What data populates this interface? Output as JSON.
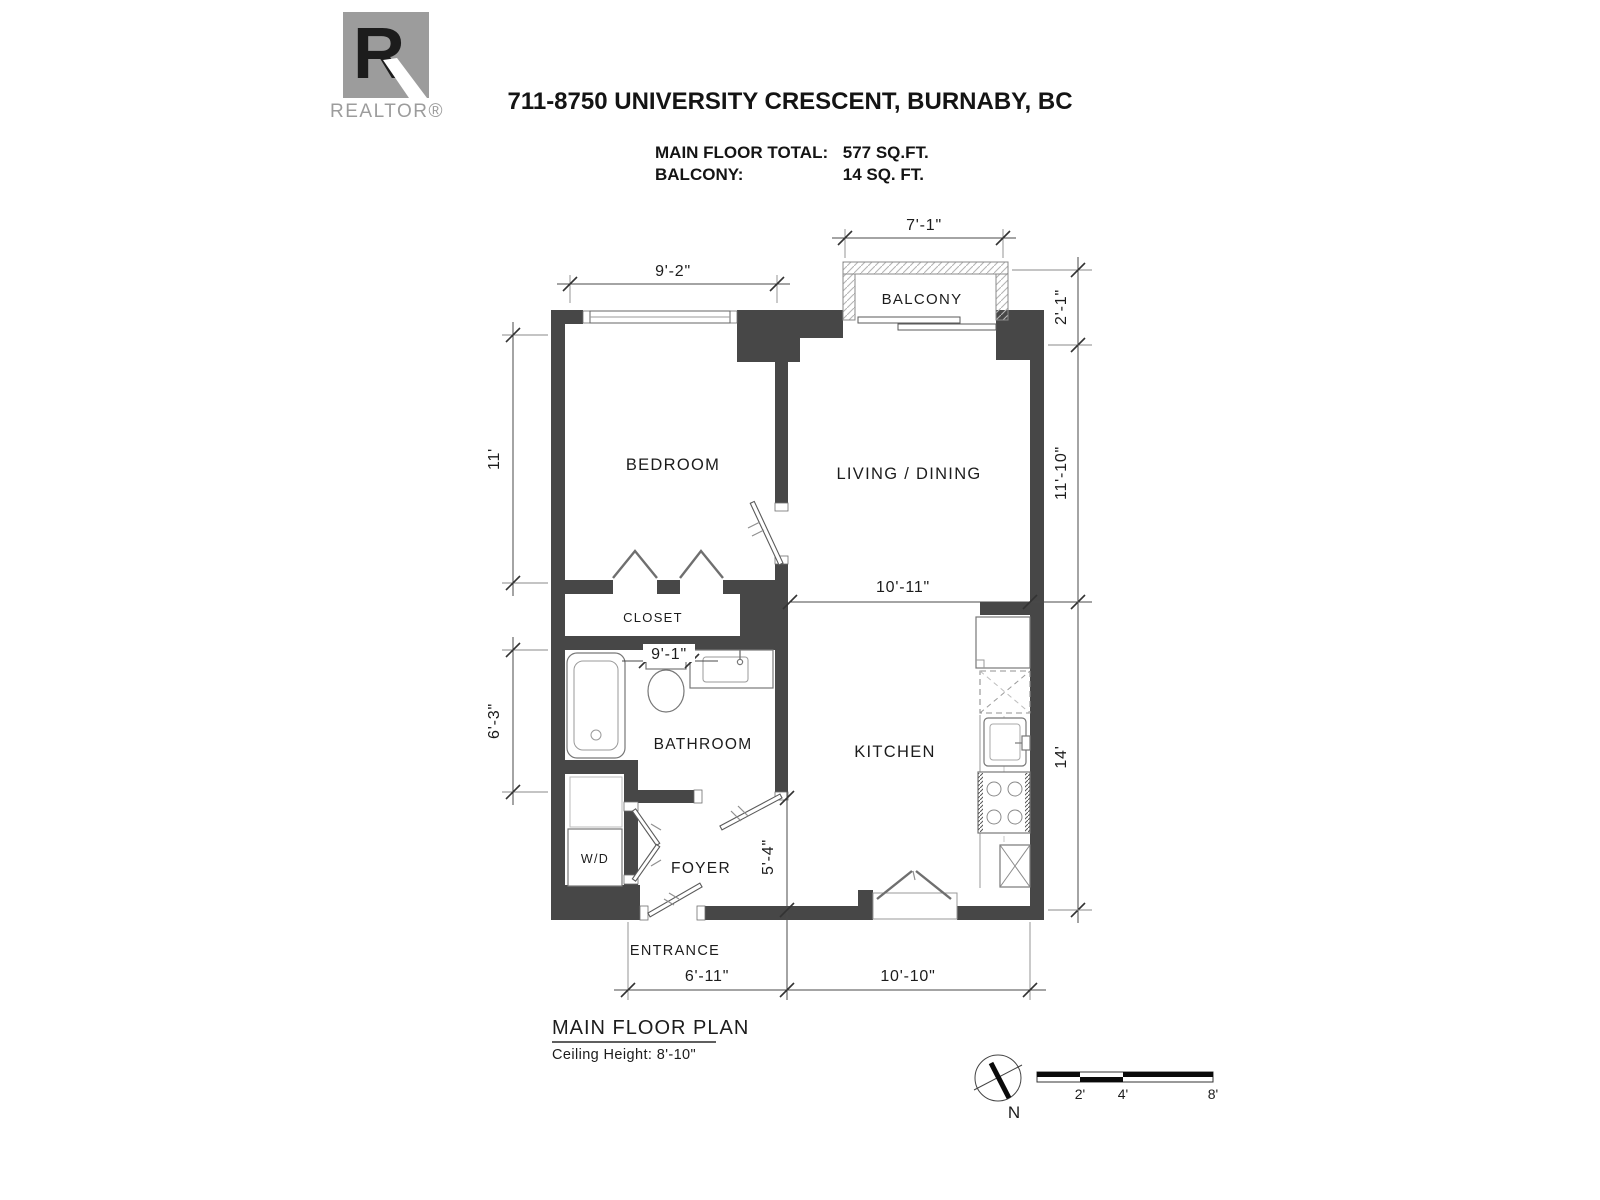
{
  "header": {
    "logo_letter": "R",
    "logo_text": "REALTOR®",
    "title": "711-8750 UNIVERSITY CRESCENT, BURNABY, BC",
    "areas": [
      {
        "label": "MAIN FLOOR TOTAL:",
        "value": "577 SQ.FT."
      },
      {
        "label": "BALCONY:",
        "value": "14 SQ. FT."
      }
    ]
  },
  "plan": {
    "rooms": {
      "bedroom": "BEDROOM",
      "living_dining": "LIVING / DINING",
      "balcony": "BALCONY",
      "closet": "CLOSET",
      "bathroom": "BATHROOM",
      "kitchen": "KITCHEN",
      "foyer": "FOYER",
      "washer_dryer": "W/D",
      "entrance": "ENTRANCE"
    },
    "dims": {
      "bedroom_width": "9'-2\"",
      "bedroom_depth": "11'",
      "balcony_width": "7'-1\"",
      "balcony_depth": "2'-1\"",
      "living_depth": "11'-10\"",
      "kitchen_width": "10'-11\"",
      "bathroom_width": "9'-1\"",
      "bathroom_depth": "6'-3\"",
      "kitchen_depth": "14'",
      "foyer_depth": "5'-4\"",
      "entry_width": "6'-11\"",
      "kitchen_bottom_width": "10'-10\""
    }
  },
  "footer": {
    "plan_title": "MAIN FLOOR PLAN",
    "ceiling_height": "Ceiling Height: 8'-10\"",
    "compass_label": "N",
    "scale_labels": [
      "2'",
      "4'",
      "8'"
    ]
  },
  "colors": {
    "wall": "#474747",
    "logo_gray": "#9c9c9c",
    "text": "#1c1c1c"
  }
}
